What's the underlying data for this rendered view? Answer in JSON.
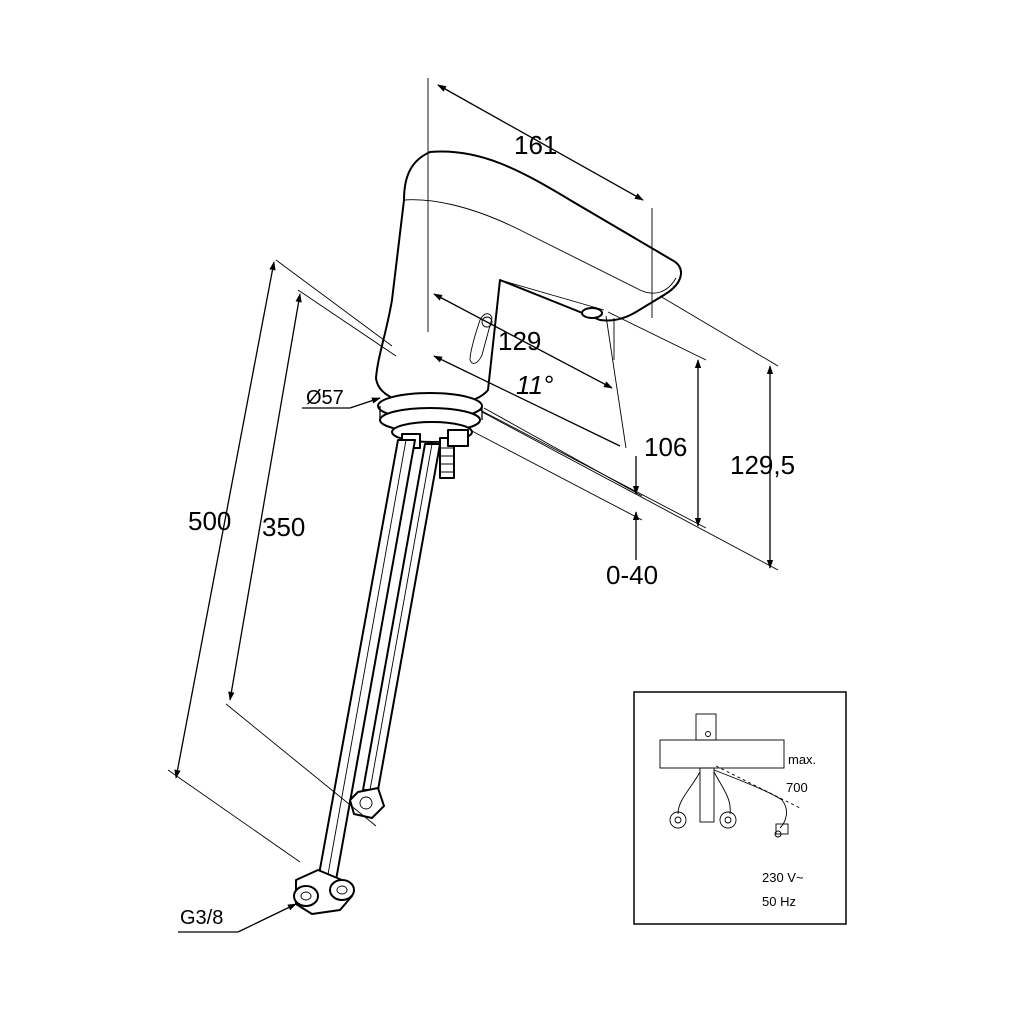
{
  "dimensions": {
    "length_161": "161",
    "reach_129": "129",
    "angle_11": "11°",
    "diameter_57": "Ø57",
    "height_106": "106",
    "height_129_5": "129,5",
    "range_0_40": "0-40",
    "hose_500": "500",
    "hose_350": "350",
    "thread_g3_8": "G3/8"
  },
  "inset": {
    "max_label": "max.",
    "max_value": "700",
    "voltage": "230 V~",
    "frequency": "50 Hz"
  }
}
